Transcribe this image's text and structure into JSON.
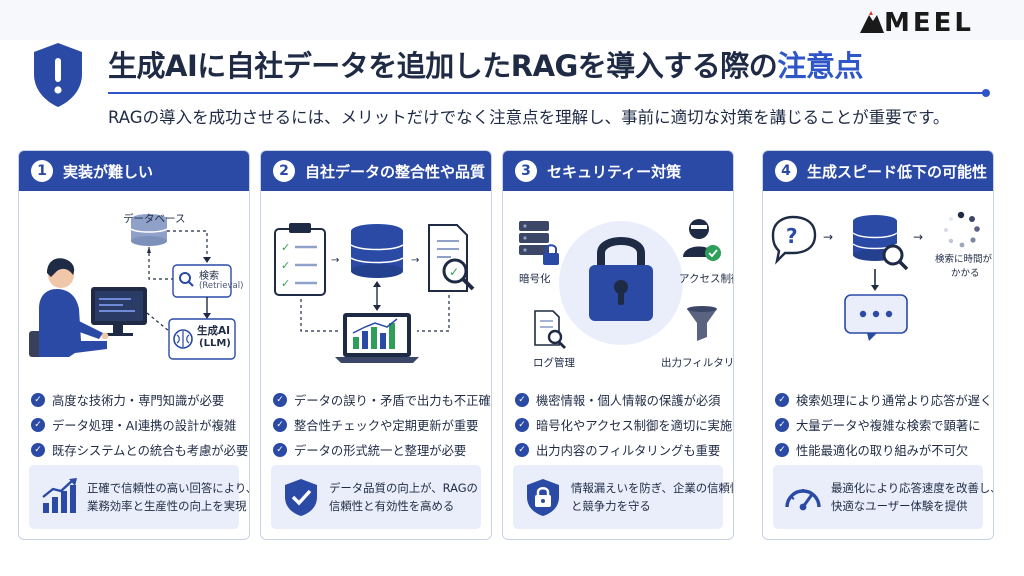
{
  "brand": {
    "logo_text": "MEEL"
  },
  "header": {
    "title_main": "生成AIに自社データを追加したRAGを導入する際の",
    "title_accent": "注意点",
    "subtitle": "RAGの導入を成功させるには、メリットだけでなく注意点を理解し、事前に適切な対策を講じることが重要です。"
  },
  "colors": {
    "primary": "#2a4aa6",
    "accent": "#2f56c8",
    "panel": "#e9eefa",
    "border": "#c9d3e6",
    "text": "#1f2b45"
  },
  "cards": [
    {
      "num": "1",
      "title": "実装が難しい",
      "labels": {
        "database": "データベース",
        "search": "検索",
        "search_sub": "(Retrieval)",
        "ai": "生成AI",
        "ai_sub": "(LLM)"
      },
      "bullets": [
        "高度な技術力・専門知識が必要",
        "データ処理・AI連携の設計が複雑",
        "既存システムとの統合も考慮が必要"
      ],
      "bottom": [
        "正確で信頼性の高い回答により、",
        "業務効率と生産性の向上を実現"
      ],
      "icons": [
        "person-at-computer-icon",
        "database-icon",
        "search-icon",
        "brain-icon",
        "growth-chart-icon"
      ]
    },
    {
      "num": "2",
      "title": "自社データの整合性や品質",
      "bullets": [
        "データの誤り・矛盾で出力も不正確に",
        "整合性チェックや定期更新が重要",
        "データの形式統一と整理が必要"
      ],
      "bottom": [
        "データ品質の向上が、RAGの",
        "信頼性と有効性を高める"
      ],
      "icons": [
        "clipboard-checklist-icon",
        "database-icon",
        "document-search-icon",
        "laptop-chart-icon",
        "shield-check-icon"
      ]
    },
    {
      "num": "3",
      "title": "セキュリティー対策",
      "labels": {
        "encrypt": "暗号化",
        "access": "アクセス制御",
        "log": "ログ管理",
        "filter": "出力フィルタリング"
      },
      "bullets": [
        "機密情報・個人情報の保護が必須",
        "暗号化やアクセス制御を適切に実施",
        "出力内容のフィルタリングも重要"
      ],
      "bottom": [
        "情報漏えいを防ぎ、企業の信頼性",
        "と競争力を守る"
      ],
      "icons": [
        "padlock-icon",
        "server-lock-icon",
        "user-check-icon",
        "log-search-icon",
        "funnel-icon",
        "shield-lock-icon"
      ]
    },
    {
      "num": "4",
      "title": "生成スピード低下の可能性",
      "labels": {
        "wait_1": "検索に時間が",
        "wait_2": "かかる"
      },
      "bullets": [
        "検索処理により通常より応答が遅くなる",
        "大量データや複雑な検索で顕著に",
        "性能最適化の取り組みが不可欠"
      ],
      "bottom": [
        "最適化により応答速度を改善し、",
        "快適なユーザー体験を提供"
      ],
      "icons": [
        "question-bubble-icon",
        "database-search-icon",
        "loading-spinner-icon",
        "chat-bubble-icon",
        "speedometer-icon"
      ]
    }
  ]
}
